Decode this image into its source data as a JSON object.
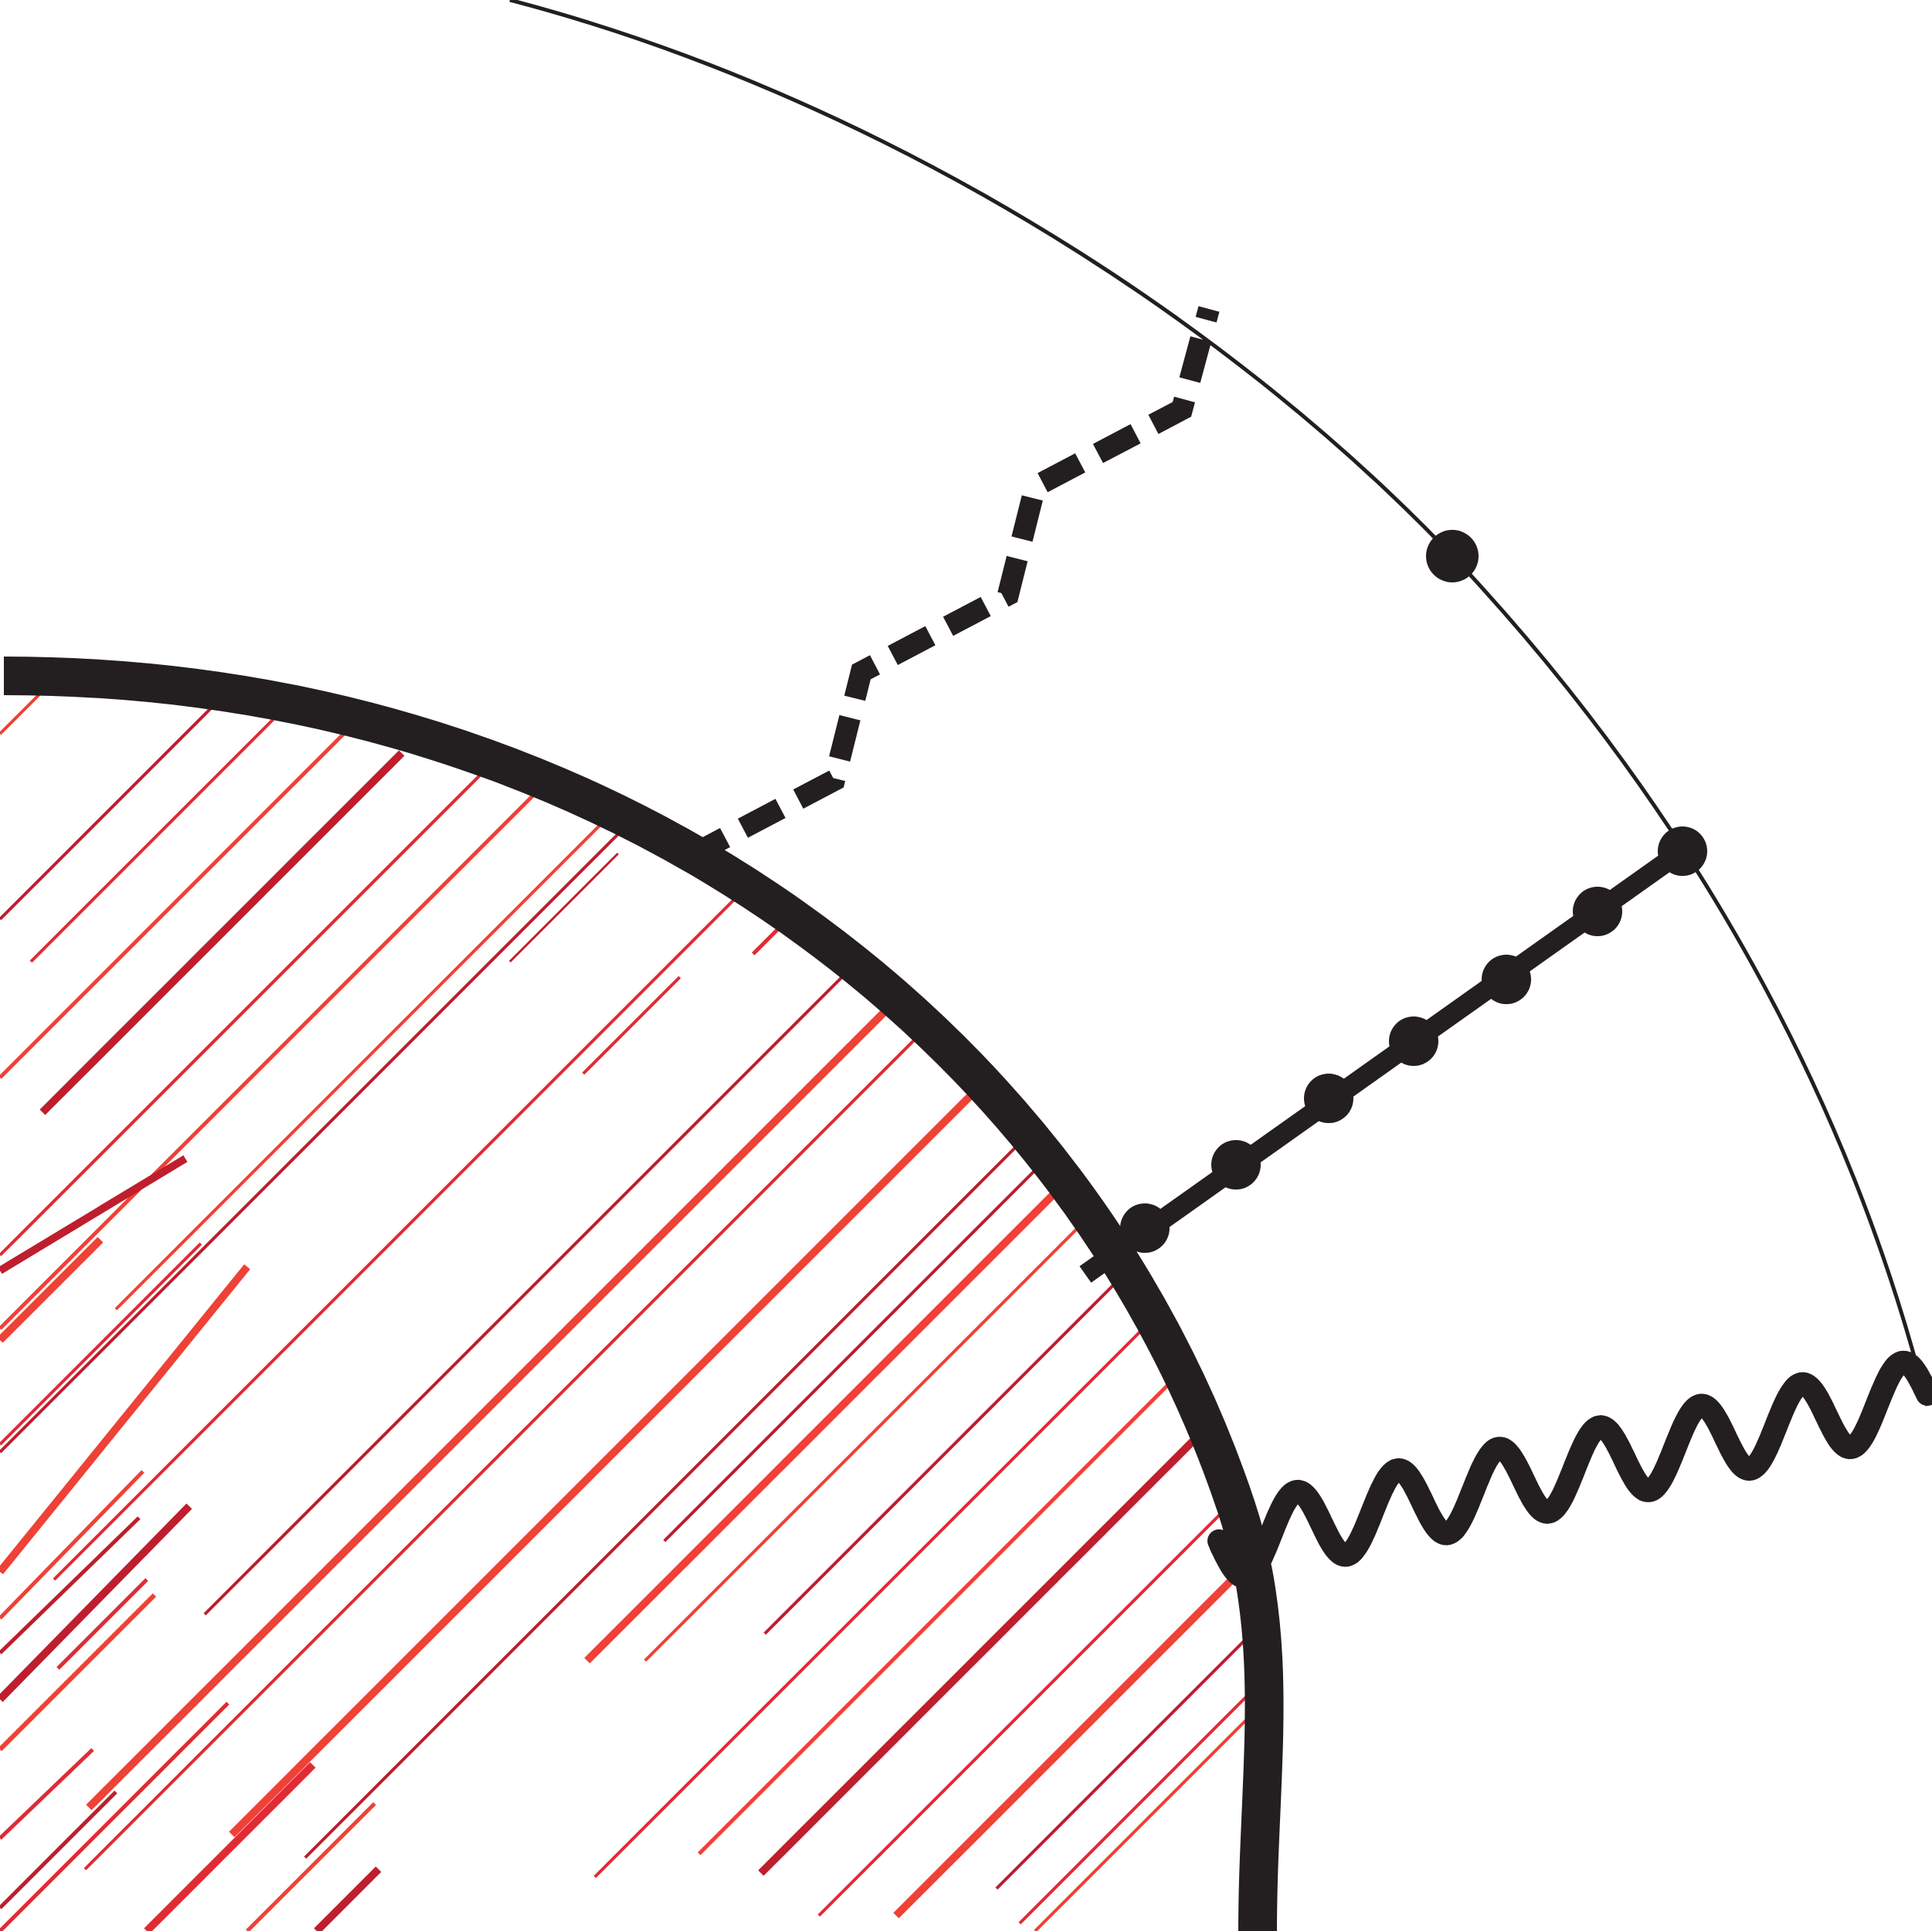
{
  "colors": {
    "background": "#ffffff",
    "ink": "#231f20",
    "streak_red": "#ef4136",
    "streak_dark_red": "#be1e2d",
    "streak_mid_red": "#e02b35"
  },
  "diagram": {
    "elements": [
      "inner-sphere-arc",
      "red-diagonal-streaks",
      "outer-boundary-arc",
      "dashed-zigzag-path",
      "boundary-dot",
      "beaded-radial-line",
      "wavy-photon-line"
    ],
    "beaded_line_bead_count": 7
  }
}
